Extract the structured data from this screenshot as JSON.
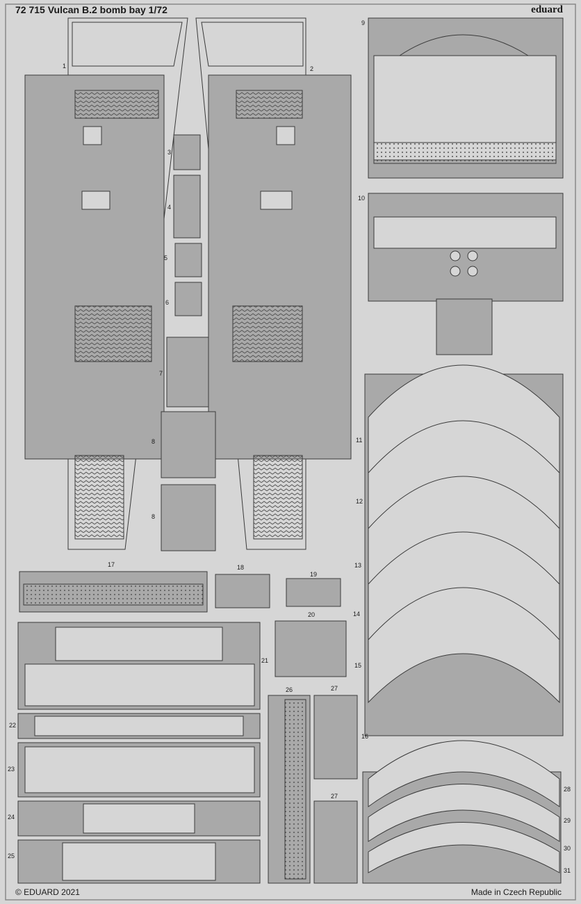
{
  "header": {
    "title": "72 715  Vulcan B.2 bomb bay 1/72",
    "brand": "eduard"
  },
  "footer": {
    "copyright": "© EDUARD 2021",
    "origin": "Made in Czech Republic"
  },
  "colors": {
    "background": "#d6d6d6",
    "part": "#a9a9a9",
    "line": "#3a3a3a",
    "rivet": "#6a6a6a"
  },
  "part_numbers": [
    "1",
    "2",
    "3",
    "4",
    "5",
    "6",
    "7",
    "8",
    "8",
    "9",
    "10",
    "11",
    "12",
    "13",
    "14",
    "15",
    "16",
    "17",
    "18",
    "19",
    "20",
    "21",
    "22",
    "23",
    "24",
    "25",
    "26",
    "27",
    "27",
    "28",
    "29",
    "30",
    "31"
  ]
}
